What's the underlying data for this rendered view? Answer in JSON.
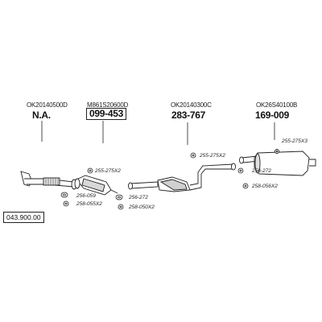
{
  "diagram_id": "043.900.00",
  "groups": [
    {
      "oem_number": "OK20140500D",
      "reference": "N.A."
    },
    {
      "oem_number": "M861S20600D",
      "reference": "099-453"
    },
    {
      "oem_number": "OK20140300C",
      "reference": "283-767"
    },
    {
      "oem_number": "OK26S40100B",
      "reference": "169-009"
    }
  ],
  "parts": [
    "255-275X2",
    "256-059",
    "258-055X2",
    "256-272",
    "258-050X2",
    "255-275X2",
    "256-272",
    "258-056X2",
    "255-275X3"
  ],
  "colors": {
    "line": "#222222",
    "pipe_fill": "#ffffff",
    "shade": "#cfcfcf"
  }
}
